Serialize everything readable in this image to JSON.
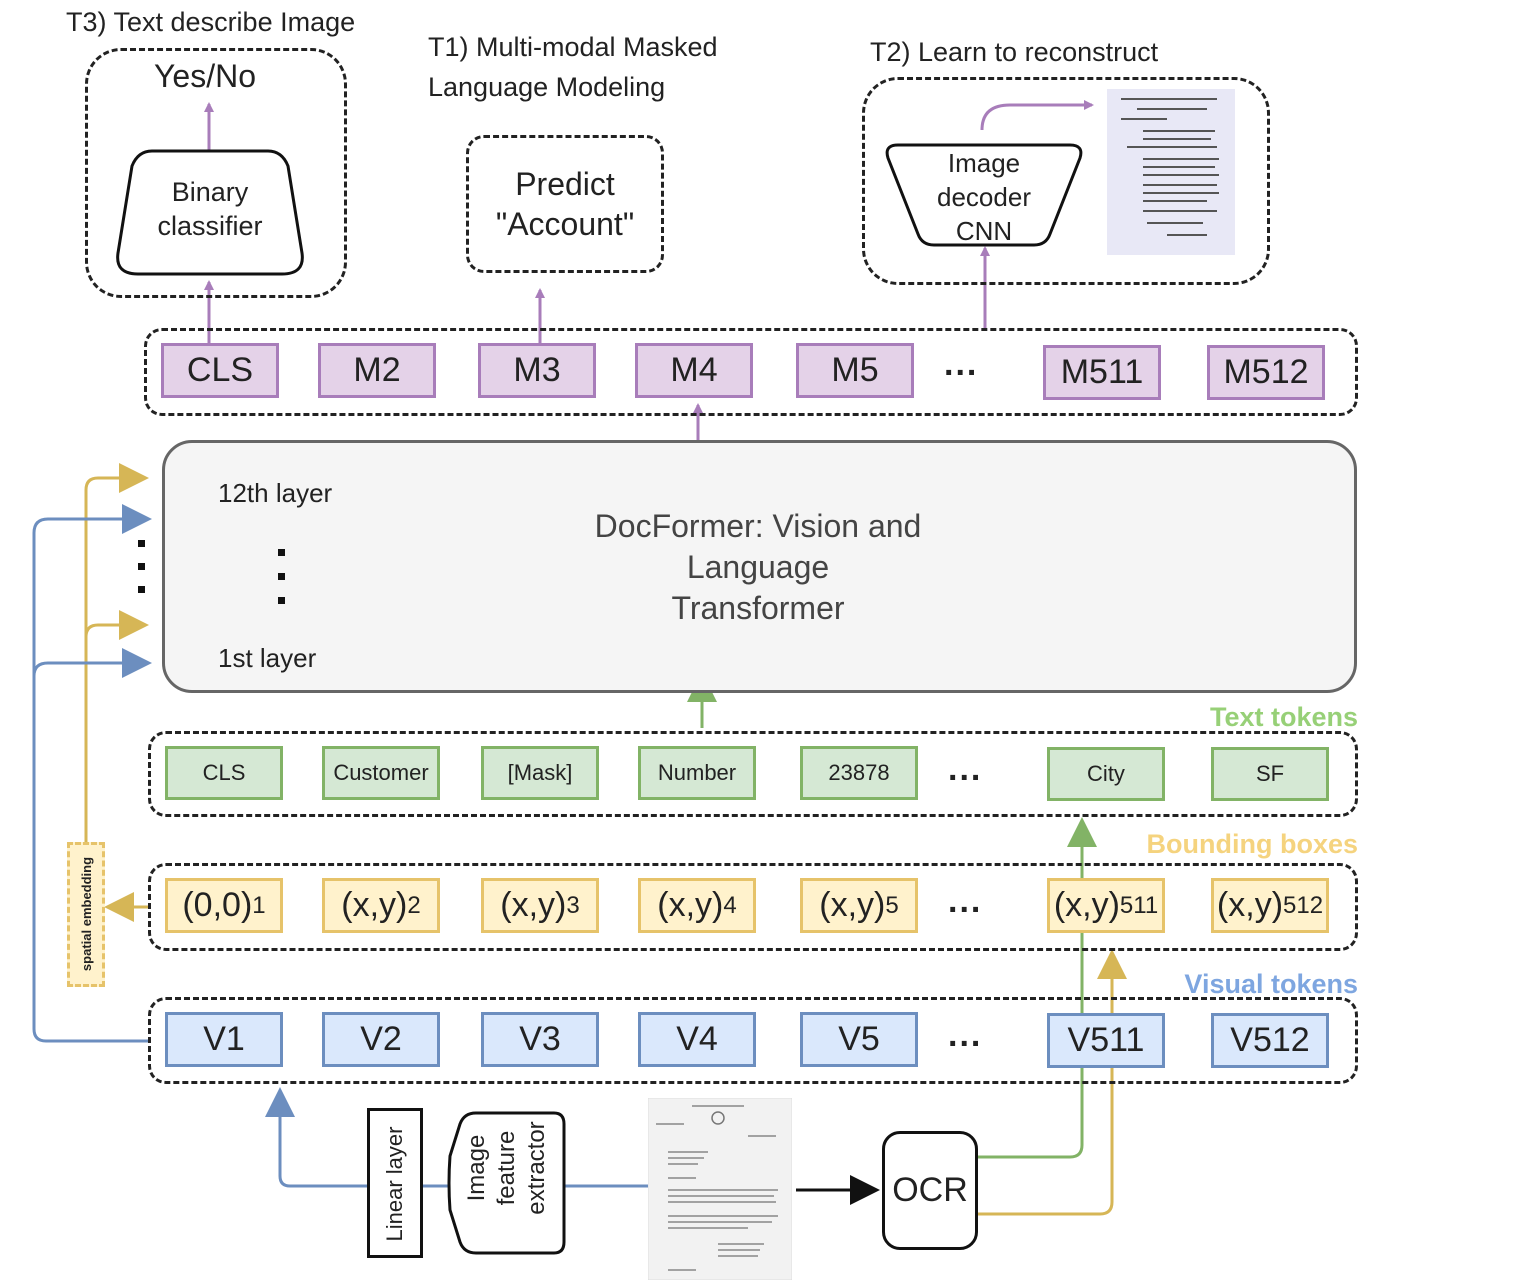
{
  "tasks": {
    "t3_title": "T3) Text describe Image",
    "t3_output": "Yes/No",
    "t3_classifier": [
      "Binary",
      "classifier"
    ],
    "t1_title": [
      "T1) Multi-modal Masked",
      "Language Modeling"
    ],
    "t1_output": [
      "Predict",
      "\"Account\""
    ],
    "t2_title": "T2) Learn to reconstruct",
    "t2_decoder": [
      "Image",
      "decoder",
      "CNN"
    ]
  },
  "output_tokens": [
    "CLS",
    "M2",
    "M3",
    "M4",
    "M5",
    "M511",
    "M512"
  ],
  "ellipsis": "...",
  "transformer": {
    "title": [
      "DocFormer: Vision and",
      "Language",
      "Transformer"
    ],
    "top_layer": "12th layer",
    "bottom_layer": "1st layer"
  },
  "text_tokens": {
    "label": "Text tokens",
    "items": [
      "CLS",
      "Customer",
      "[Mask]",
      "Number",
      "23878",
      "City",
      "SF"
    ]
  },
  "bounding_boxes": {
    "label": "Bounding boxes",
    "items": [
      {
        "base": "(0,0)",
        "sub": "1"
      },
      {
        "base": "(x,y)",
        "sub": "2"
      },
      {
        "base": "(x,y)",
        "sub": "3"
      },
      {
        "base": "(x,y)",
        "sub": "4"
      },
      {
        "base": "(x,y)",
        "sub": "5"
      },
      {
        "base": "(x,y)",
        "sub": "511"
      },
      {
        "base": "(x,y)",
        "sub": "512"
      }
    ]
  },
  "visual_tokens": {
    "label": "Visual tokens",
    "items": [
      "V1",
      "V2",
      "V3",
      "V4",
      "V5",
      "V511",
      "V512"
    ]
  },
  "spatial_embedding": "spatial embedding",
  "pipeline": {
    "linear_layer": "Linear layer",
    "feature_extractor": [
      "Image",
      "feature",
      "extractor"
    ],
    "ocr": "OCR"
  },
  "colors": {
    "purple": "#a87dba",
    "green": "#82b366",
    "yellow": "#d6b656",
    "blue": "#6c8ebf",
    "text_label": "#97d077",
    "bbox_label": "#f5d37e",
    "visual_label": "#7ea6e0"
  }
}
